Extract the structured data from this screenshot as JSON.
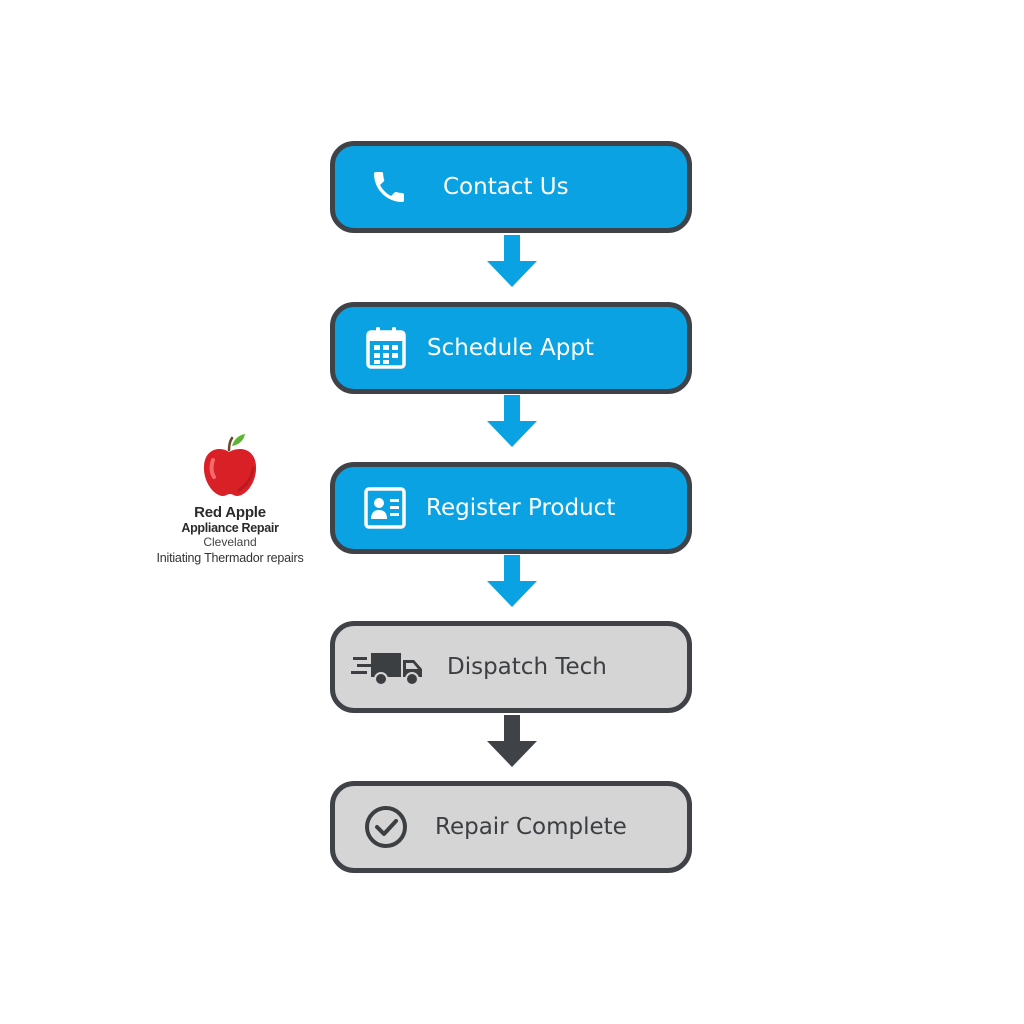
{
  "brand": {
    "name": "Red Apple",
    "subtitle": "Appliance Repair",
    "city": "Cleveland",
    "tagline": "Initiating Thermador repairs",
    "logo_icon": "apple-icon",
    "logo_color": "#d92027"
  },
  "colors": {
    "active_fill": "#0aa2e3",
    "pending_fill": "#d5d5d5",
    "border": "#3f4347",
    "active_arrow": "#0aa2e3",
    "pending_arrow": "#3f4347"
  },
  "steps": [
    {
      "label": "Contact Us",
      "icon": "phone-icon",
      "status": "active"
    },
    {
      "label": "Schedule Appt",
      "icon": "calendar-icon",
      "status": "active"
    },
    {
      "label": "Register Product",
      "icon": "id-card-icon",
      "status": "active"
    },
    {
      "label": "Dispatch Tech",
      "icon": "delivery-truck-icon",
      "status": "pending"
    },
    {
      "label": "Repair Complete",
      "icon": "check-circle-icon",
      "status": "pending"
    }
  ]
}
